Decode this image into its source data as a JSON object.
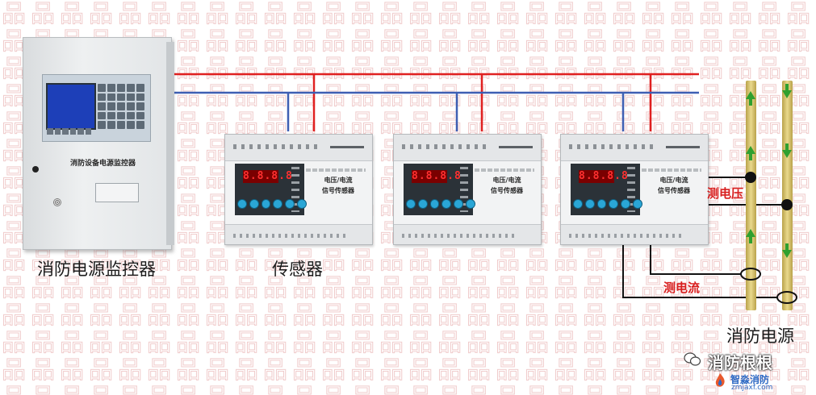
{
  "labels": {
    "monitor": "消防电源监控器",
    "sensor": "传感器",
    "power": "消防电源",
    "measure_voltage": "测电压",
    "measure_current": "测电流"
  },
  "cabinet": {
    "nameplate": "消防设备电源监控器"
  },
  "sensors": [
    {
      "display": "8.8.8.8",
      "name_line1": "电压/电流",
      "name_line2": "信号传感器"
    },
    {
      "display": "8.8.8.8",
      "name_line1": "电压/电流",
      "name_line2": "信号传感器"
    },
    {
      "display": "8.8.8.8",
      "name_line1": "电压/电流",
      "name_line2": "信号传感器"
    }
  ],
  "watermark": {
    "pattern_text": "消防根根出品",
    "account": "消防根根",
    "brand": "智淼消防",
    "url": "zmjaxf.com"
  },
  "colors": {
    "red_wire": "#e02020",
    "blue_wire": "#3e5fb3",
    "black_wire": "#111111",
    "arrow": "#2fa02f",
    "label_red": "#d81e1e"
  }
}
